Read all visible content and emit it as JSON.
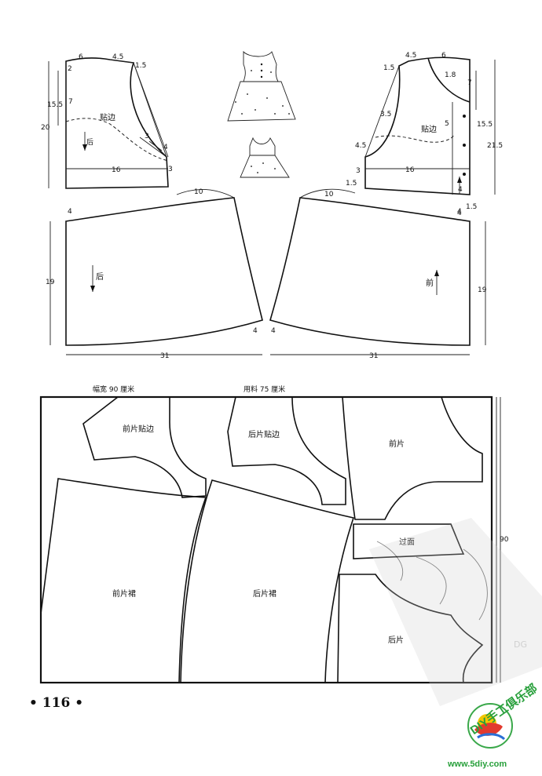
{
  "back_bodice": {
    "labels": {
      "a": "6",
      "b": "4.5",
      "c": "1.5",
      "d": "2",
      "e": "7",
      "f": "15.5",
      "g": "20",
      "h": "3",
      "i": "4",
      "j": "3",
      "k": "16"
    },
    "facing_label": "贴边",
    "grain_label": "后"
  },
  "front_bodice": {
    "labels": {
      "a": "4.5",
      "b": "6",
      "c": "1.5",
      "d": "1.8",
      "e": "7",
      "f": "3.5",
      "g": "15.5",
      "h": "21.5",
      "i": "4.5",
      "j": "3",
      "k": "16",
      "l": "1.5",
      "m": "4",
      "n": "1.5",
      "o": "5",
      "p": "4"
    },
    "facing_label": "贴边"
  },
  "back_skirt": {
    "top": "10",
    "side": "4",
    "height": "19",
    "bottom": "31",
    "grain_label": "后",
    "hem_side": "4"
  },
  "front_skirt": {
    "top": "10",
    "side": "4",
    "height": "19",
    "bottom": "31",
    "grain_label": "前",
    "hem_side": "4"
  },
  "layout": {
    "width_label": "幅宽 90 厘米",
    "fabric_label": "用料 75 厘米",
    "side_label": "90",
    "pieces": {
      "front_facing": "前片贴边",
      "back_facing": "后片贴边",
      "front": "前片",
      "yoke": "过面",
      "front_skirt": "前片裙",
      "back_skirt": "后片裙",
      "back": "后片"
    }
  },
  "page_number": "• 116 •",
  "watermark": {
    "club": "DIY手工俱乐部",
    "site": "www.5diy.com",
    "tag": "DG"
  }
}
